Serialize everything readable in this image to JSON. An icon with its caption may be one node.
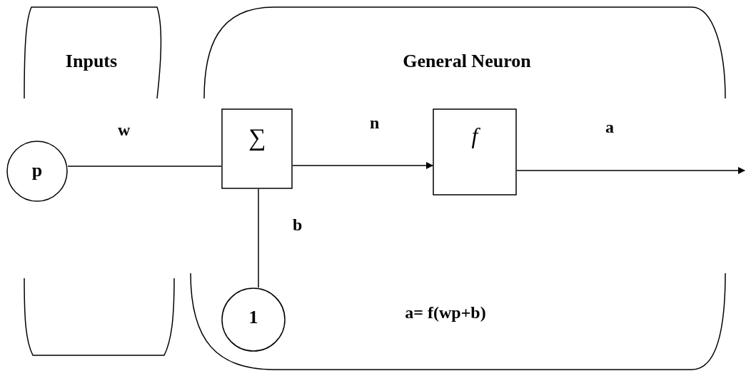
{
  "diagram": {
    "nodes": [
      {
        "text": [
          "Inputs"
        ]
      },
      {
        "text": [
          "General Neuron",
          "a= f(wp+b)"
        ]
      },
      {
        "text": [
          "p"
        ]
      },
      {
        "text": [
          "∑"
        ],
        "in": 1
      },
      {
        "text": [
          "f"
        ],
        "in": 1
      },
      {
        "text": [
          "1"
        ],
        "in": 1
      }
    ],
    "edges": [
      {
        "from": 2,
        "to": 3,
        "arrow": "none",
        "label": "w"
      },
      {
        "from": 3,
        "to": 4,
        "arrow": "to",
        "label": "n"
      },
      {
        "from": 4,
        "to": null,
        "arrow": "to",
        "label": "a"
      },
      {
        "from": 5,
        "to": 3,
        "arrow": "none",
        "label": "b"
      }
    ]
  }
}
